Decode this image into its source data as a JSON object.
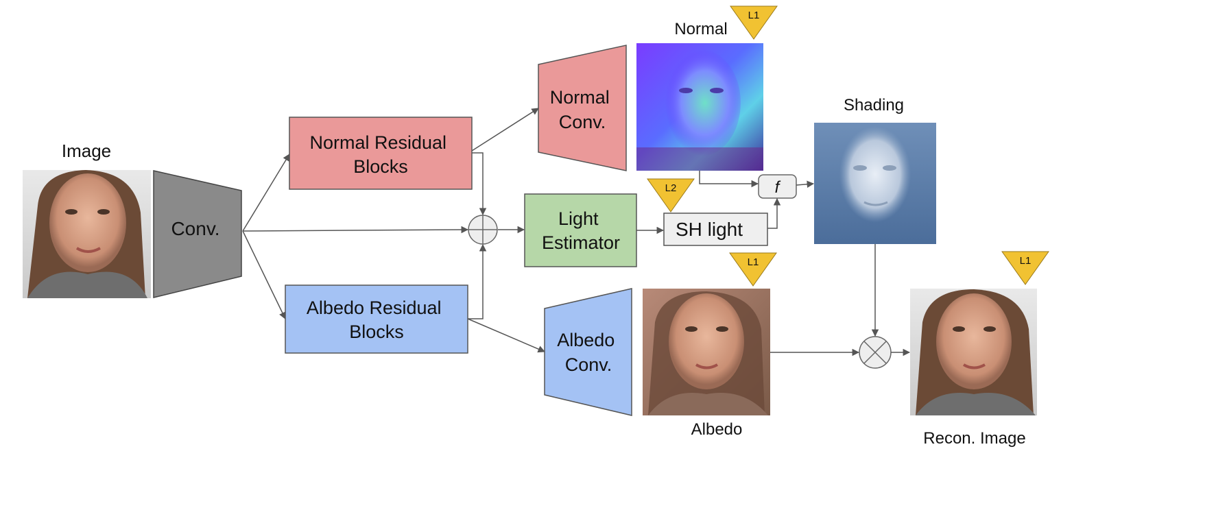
{
  "labels": {
    "image": "Image",
    "conv": "Conv.",
    "normal_res": [
      "Normal Residual",
      "Blocks"
    ],
    "albedo_res": [
      "Albedo Residual",
      "Blocks"
    ],
    "light_est": [
      "Light",
      "Estimator"
    ],
    "sh_light": "SH light",
    "normal_conv": [
      "Normal",
      "Conv."
    ],
    "albedo_conv": [
      "Albedo",
      "Conv."
    ],
    "normal": "Normal",
    "shading": "Shading",
    "albedo": "Albedo",
    "recon": "Recon. Image",
    "f": "f"
  },
  "losses": {
    "normal": "L1",
    "sh": "L2",
    "albedo": "L1",
    "recon": "L1"
  },
  "colors": {
    "normal_block": "#ea9999",
    "albedo_block": "#a4c2f4",
    "light_block": "#b6d7a8",
    "conv_block": "#8a8a8a",
    "sh_block": "#efefef",
    "loss_badge": "#f1c232",
    "arrow": "#555555"
  }
}
